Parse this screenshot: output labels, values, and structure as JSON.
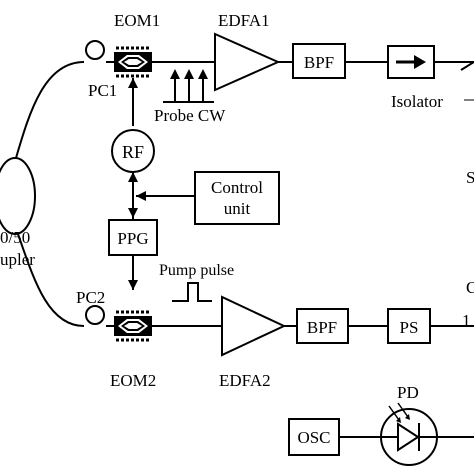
{
  "labels": {
    "eom1": "EOM1",
    "eom2": "EOM2",
    "edfa1": "EDFA1",
    "edfa2": "EDFA2",
    "bpf1": "BPF",
    "bpf2": "BPF",
    "ps": "PS",
    "isolator": "Isolator",
    "pc1": "PC1",
    "pc2": "PC2",
    "rf": "RF",
    "ppg": "PPG",
    "control_line1": "Control",
    "control_line2": "unit",
    "probe_cw": "Probe CW",
    "pump_pulse": "Pump pulse",
    "coupler_line1": "0/50",
    "coupler_line2": "upler",
    "pd": "PD",
    "osc": "OSC",
    "edge_s": "S",
    "edge_c": "C",
    "edge_1": "1"
  }
}
